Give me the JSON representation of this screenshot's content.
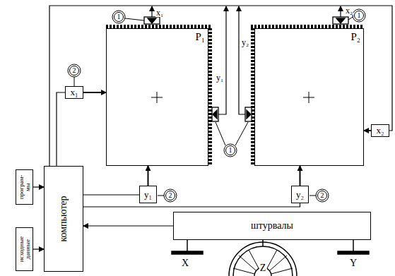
{
  "diagram": {
    "nodes": [
      {
        "text": [
          "P₁"
        ]
      },
      {
        "text": [
          "P₂"
        ]
      },
      {
        "text": [
          "x₁"
        ]
      },
      {
        "text": [
          "y₁"
        ]
      },
      {
        "text": [
          "y₂"
        ]
      },
      {
        "text": [
          "x₂"
        ]
      },
      {
        "text": [
          "програм-мы"
        ]
      },
      {
        "text": [
          "исходные данные"
        ]
      },
      {
        "text": [
          "компьютер"
        ]
      },
      {
        "text": [
          "штурвалы"
        ]
      }
    ],
    "edges": [
      {
        "from": 2,
        "to": 0,
        "arrow": "to"
      },
      {
        "from": 3,
        "to": 0,
        "arrow": "to"
      },
      {
        "from": 4,
        "to": 1,
        "arrow": "to"
      },
      {
        "from": 5,
        "to": 1,
        "arrow": "to"
      },
      {
        "from": 6,
        "to": 8,
        "arrow": "to"
      },
      {
        "from": 7,
        "to": 8,
        "arrow": "to"
      },
      {
        "from": 9,
        "to": 8,
        "arrow": "to"
      },
      {
        "from": 8,
        "to": 2,
        "arrow": "none"
      },
      {
        "from": 8,
        "to": 3,
        "arrow": "none"
      },
      {
        "from": 8,
        "to": 4,
        "arrow": "none"
      },
      {
        "from": 8,
        "to": 5,
        "arrow": "none"
      }
    ],
    "labels": [
      "x₁",
      "x₂",
      "y₁",
      "y₂",
      "1",
      "1",
      "1",
      "2",
      "2",
      "2",
      "X",
      "Z",
      "Y"
    ]
  }
}
